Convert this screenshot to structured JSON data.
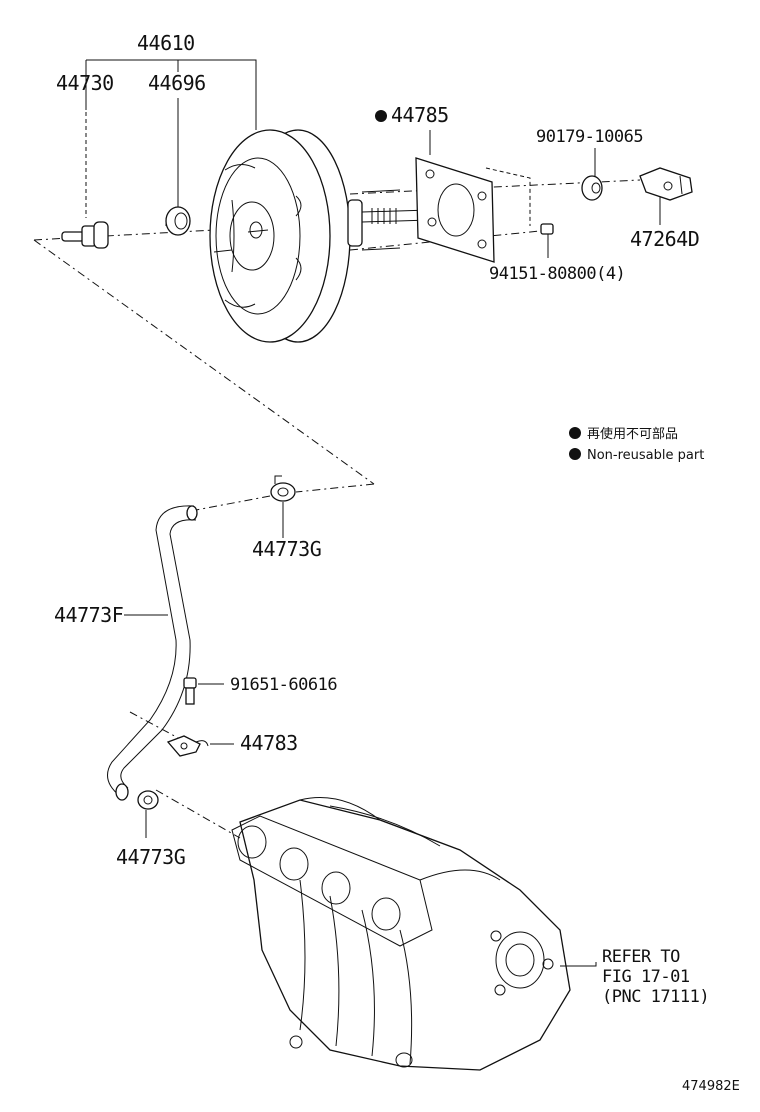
{
  "labels": {
    "p44610": "44610",
    "p44730": "44730",
    "p44696": "44696",
    "p44785": "44785",
    "p90179": "90179-10065",
    "p47264D": "47264D",
    "p94151": "94151-80800(4)",
    "p44773G_top": "44773G",
    "p44773F": "44773F",
    "p91651": "91651-60616",
    "p44783": "44783",
    "p44773G_bottom": "44773G"
  },
  "legend": {
    "japanese": "再使用不可部品",
    "english": "Non-reusable part"
  },
  "refer": {
    "line1": "REFER TO",
    "line2": "FIG 17-01",
    "line3": "(PNC 17111)"
  },
  "figure_number": "474982E",
  "colors": {
    "ink": "#111111",
    "background": "#ffffff"
  }
}
